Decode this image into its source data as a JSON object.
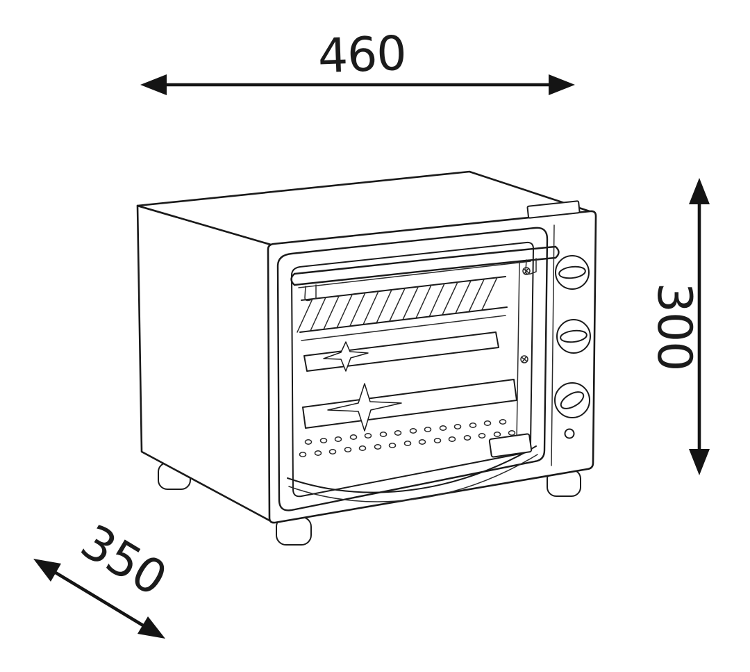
{
  "diagram": {
    "subject": "mini-oven-technical-line-drawing",
    "line_color": "#1a1a1a",
    "background_color": "#ffffff",
    "dimensions": {
      "width": "460",
      "height": "300",
      "depth": "350"
    }
  }
}
